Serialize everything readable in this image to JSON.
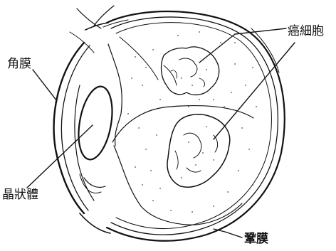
{
  "labels": {
    "cancer_cells": "癌細胞",
    "cornea": "角膜",
    "lens": "晶狀體",
    "sclera": "鞏膜"
  },
  "colors": {
    "ink": "#111111",
    "background": "#ffffff"
  }
}
